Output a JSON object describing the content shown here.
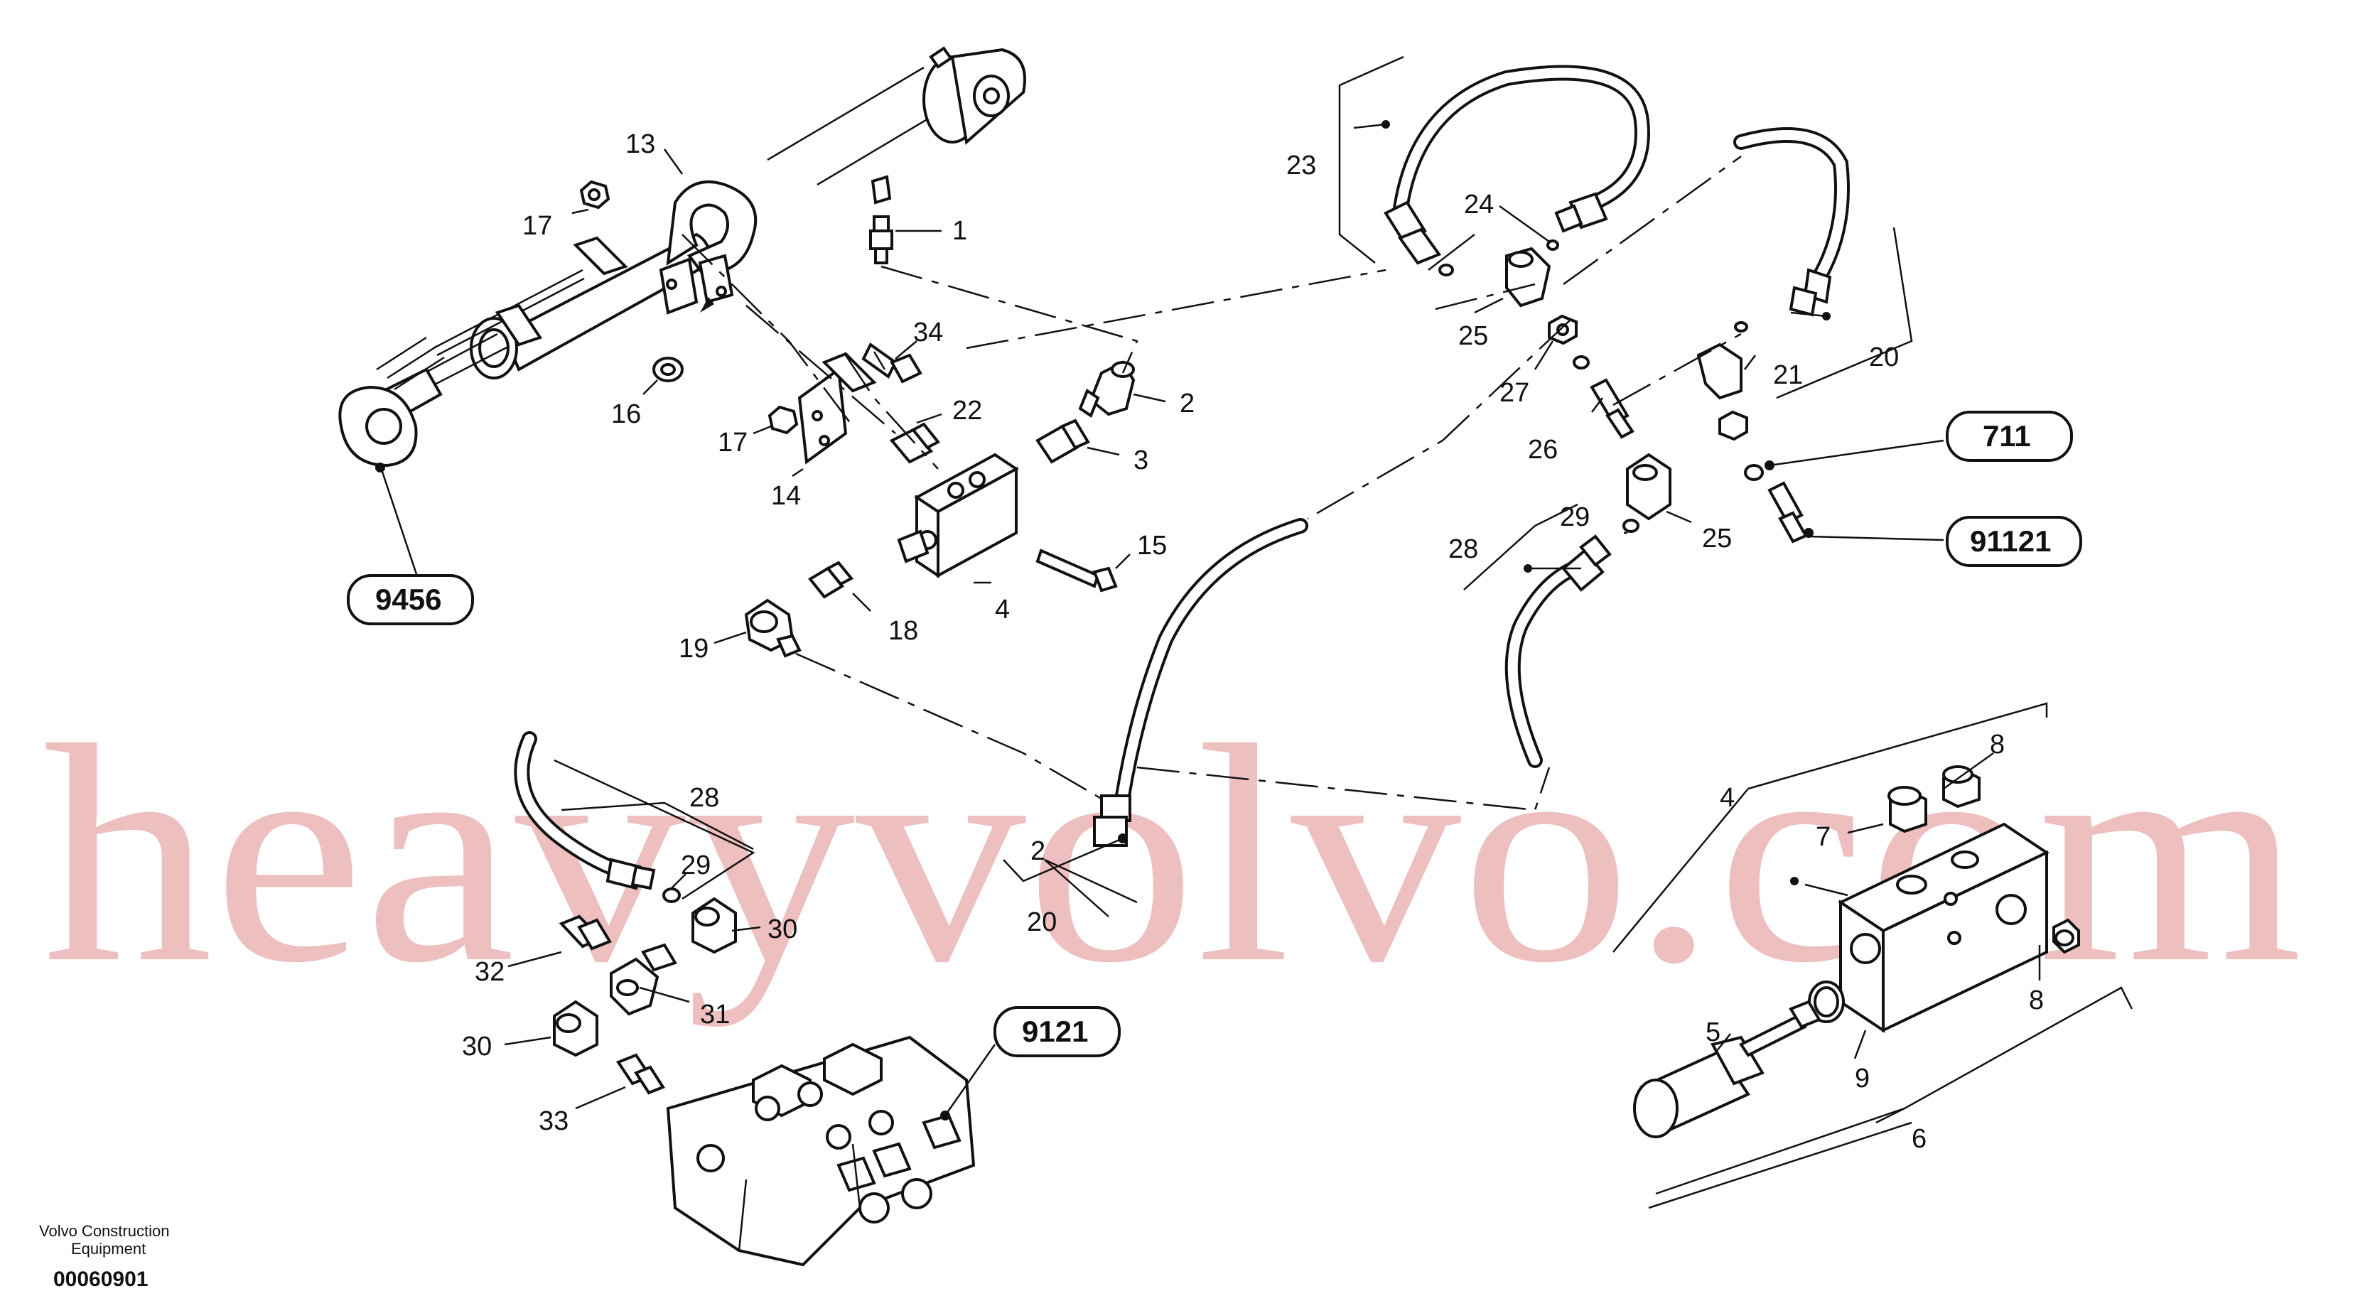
{
  "watermark": "heavyvolvo.com",
  "footer": {
    "brand_line1": "Volvo Construction",
    "brand_line2": "Equipment",
    "drawing_number": "00060901"
  },
  "callouts": {
    "c1": "1",
    "c2a": "2",
    "c2b": "2",
    "c3": "3",
    "c4a": "4",
    "c4b": "4",
    "c5": "5",
    "c6": "6",
    "c7": "7",
    "c8a": "8",
    "c8b": "8",
    "c9": "9",
    "c13": "13",
    "c14": "14",
    "c15": "15",
    "c16": "16",
    "c17a": "17",
    "c17b": "17",
    "c18": "18",
    "c19": "19",
    "c20a": "20",
    "c20b": "20",
    "c21": "21",
    "c22": "22",
    "c23": "23",
    "c24": "24",
    "c25a": "25",
    "c25b": "25",
    "c26": "26",
    "c27": "27",
    "c28a": "28",
    "c28b": "28",
    "c29a": "29",
    "c29b": "29",
    "c30a": "30",
    "c30b": "30",
    "c31": "31",
    "c32": "32",
    "c33": "33",
    "c34": "34"
  },
  "references": {
    "r9456": "9456",
    "r711": "711",
    "r91121": "91121",
    "r9121": "9121"
  }
}
